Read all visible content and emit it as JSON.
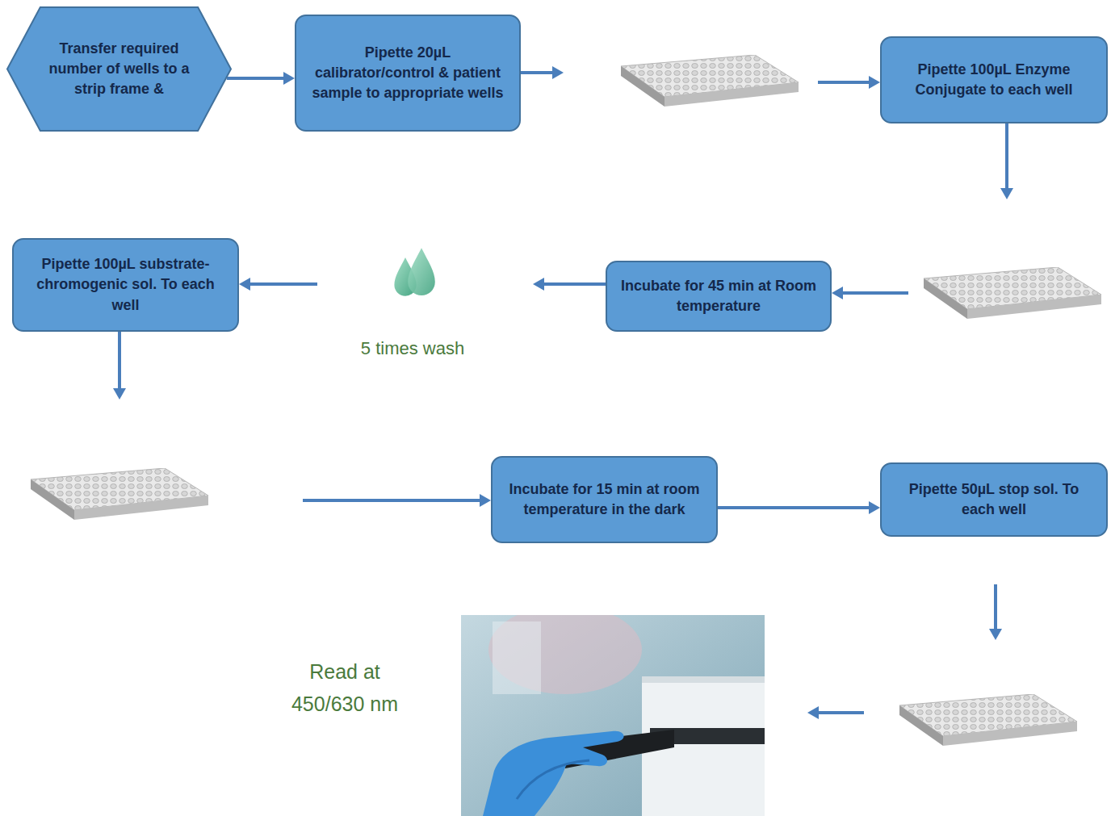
{
  "diagram": {
    "nodes": [
      {
        "text": [
          "Transfer required number of wells to a strip frame &"
        ]
      },
      {
        "text": [
          "Pipette 20µL calibrator/control & patient sample to appropriate wells"
        ]
      },
      {
        "text": [
          "Pipette 100µL Enzyme Conjugate to each well"
        ]
      },
      {
        "text": [
          "Incubate for 45 min at Room temperature"
        ]
      },
      {
        "text": [
          "Pipette 100µL substrate-chromogenic sol. To each well"
        ]
      },
      {
        "text": [
          "Incubate for 15 min at room temperature in the dark"
        ]
      },
      {
        "text": [
          "Pipette 50µL stop sol. To each well"
        ]
      }
    ],
    "edges": [
      {
        "from": 0,
        "to": 1,
        "arrow": "to"
      },
      {
        "from": 1,
        "to": 2,
        "arrow": "to"
      },
      {
        "from": 2,
        "to": 3,
        "arrow": "to"
      },
      {
        "from": 3,
        "to": 4,
        "arrow": "to"
      },
      {
        "from": 4,
        "to": 5,
        "arrow": "to"
      },
      {
        "from": 5,
        "to": 6,
        "arrow": "to"
      }
    ],
    "labels": [
      "5 times wash",
      "Read at 450/630 nm"
    ]
  }
}
